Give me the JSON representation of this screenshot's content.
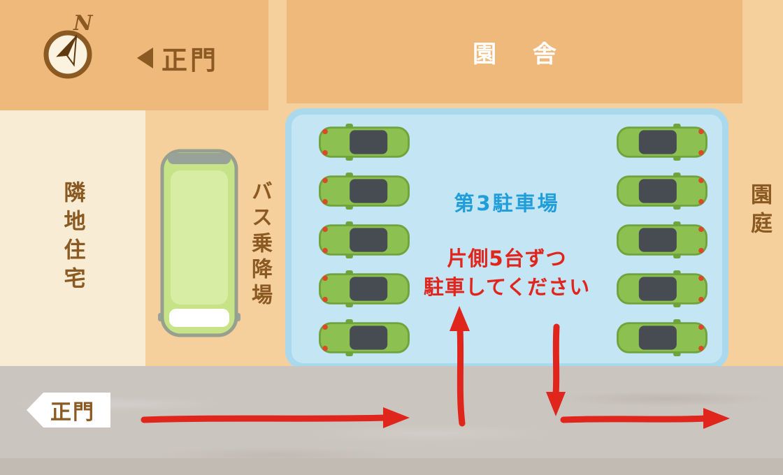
{
  "compass": {
    "label": "N"
  },
  "top_gate": {
    "label": "正門"
  },
  "building": {
    "label": "園 舎"
  },
  "neighbor": {
    "label": "隣地住宅"
  },
  "bus_stop": {
    "label": "バス乗降場"
  },
  "parking": {
    "title": "第3駐車場",
    "instruction_line1": "片側5台ずつ",
    "instruction_line2": "駐車してください",
    "cars": {
      "left_count": 5,
      "right_count": 5
    }
  },
  "yard": {
    "label": "園庭"
  },
  "bottom_gate": {
    "label": "正門"
  },
  "icons": {
    "compass": "compass-rose",
    "top_gate_arrow": "left-triangle",
    "bus": "bus-top-view",
    "car": "car-top-view",
    "traffic_flow": "red-crayon-arrows"
  },
  "colors": {
    "background": "#f5cf9c",
    "building_orange": "#efb97c",
    "neighbor_cream": "#f8ecd4",
    "parking_blue": "#c3e5f4",
    "parking_border": "#aad9ee",
    "road_gray": "#cbc5bf",
    "car_green": "#8cc152",
    "car_cabin": "#474b52",
    "bus_green": "#c6e487",
    "text_brown": "#8a5a22",
    "title_blue": "#1f9ed9",
    "arrow_red": "#e0251c"
  }
}
